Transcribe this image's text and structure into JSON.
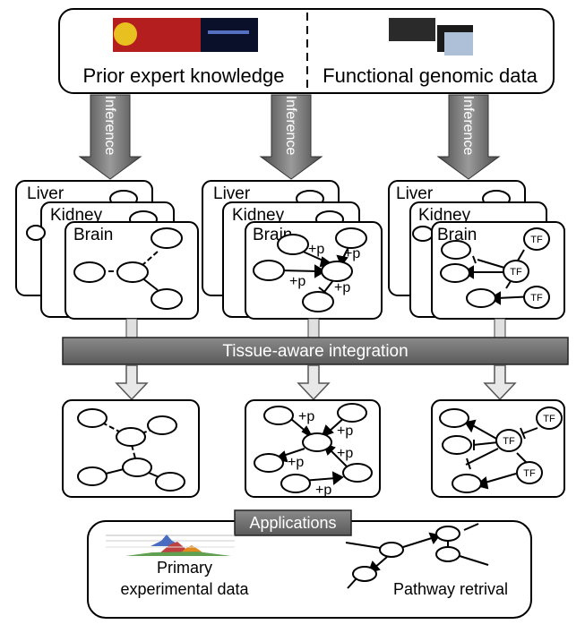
{
  "top_panel": {
    "left_title": "Prior expert knowledge",
    "right_title": "Functional genomic data"
  },
  "inference_label": "Inference",
  "tissues": [
    "Liver",
    "Kidney",
    "Brain"
  ],
  "labels": {
    "plus_p": "+p",
    "tf": "TF"
  },
  "integration_bar": "Tissue-aware integration",
  "applications": {
    "title": "Applications",
    "left_label_line1": "Primary",
    "left_label_line2": "experimental data",
    "right_label": "Pathway retrival"
  },
  "colors": {
    "bar": "#6b6b6b",
    "arrow_dark": "#6a6a6a",
    "arrow_light": "#d6d6d6"
  }
}
